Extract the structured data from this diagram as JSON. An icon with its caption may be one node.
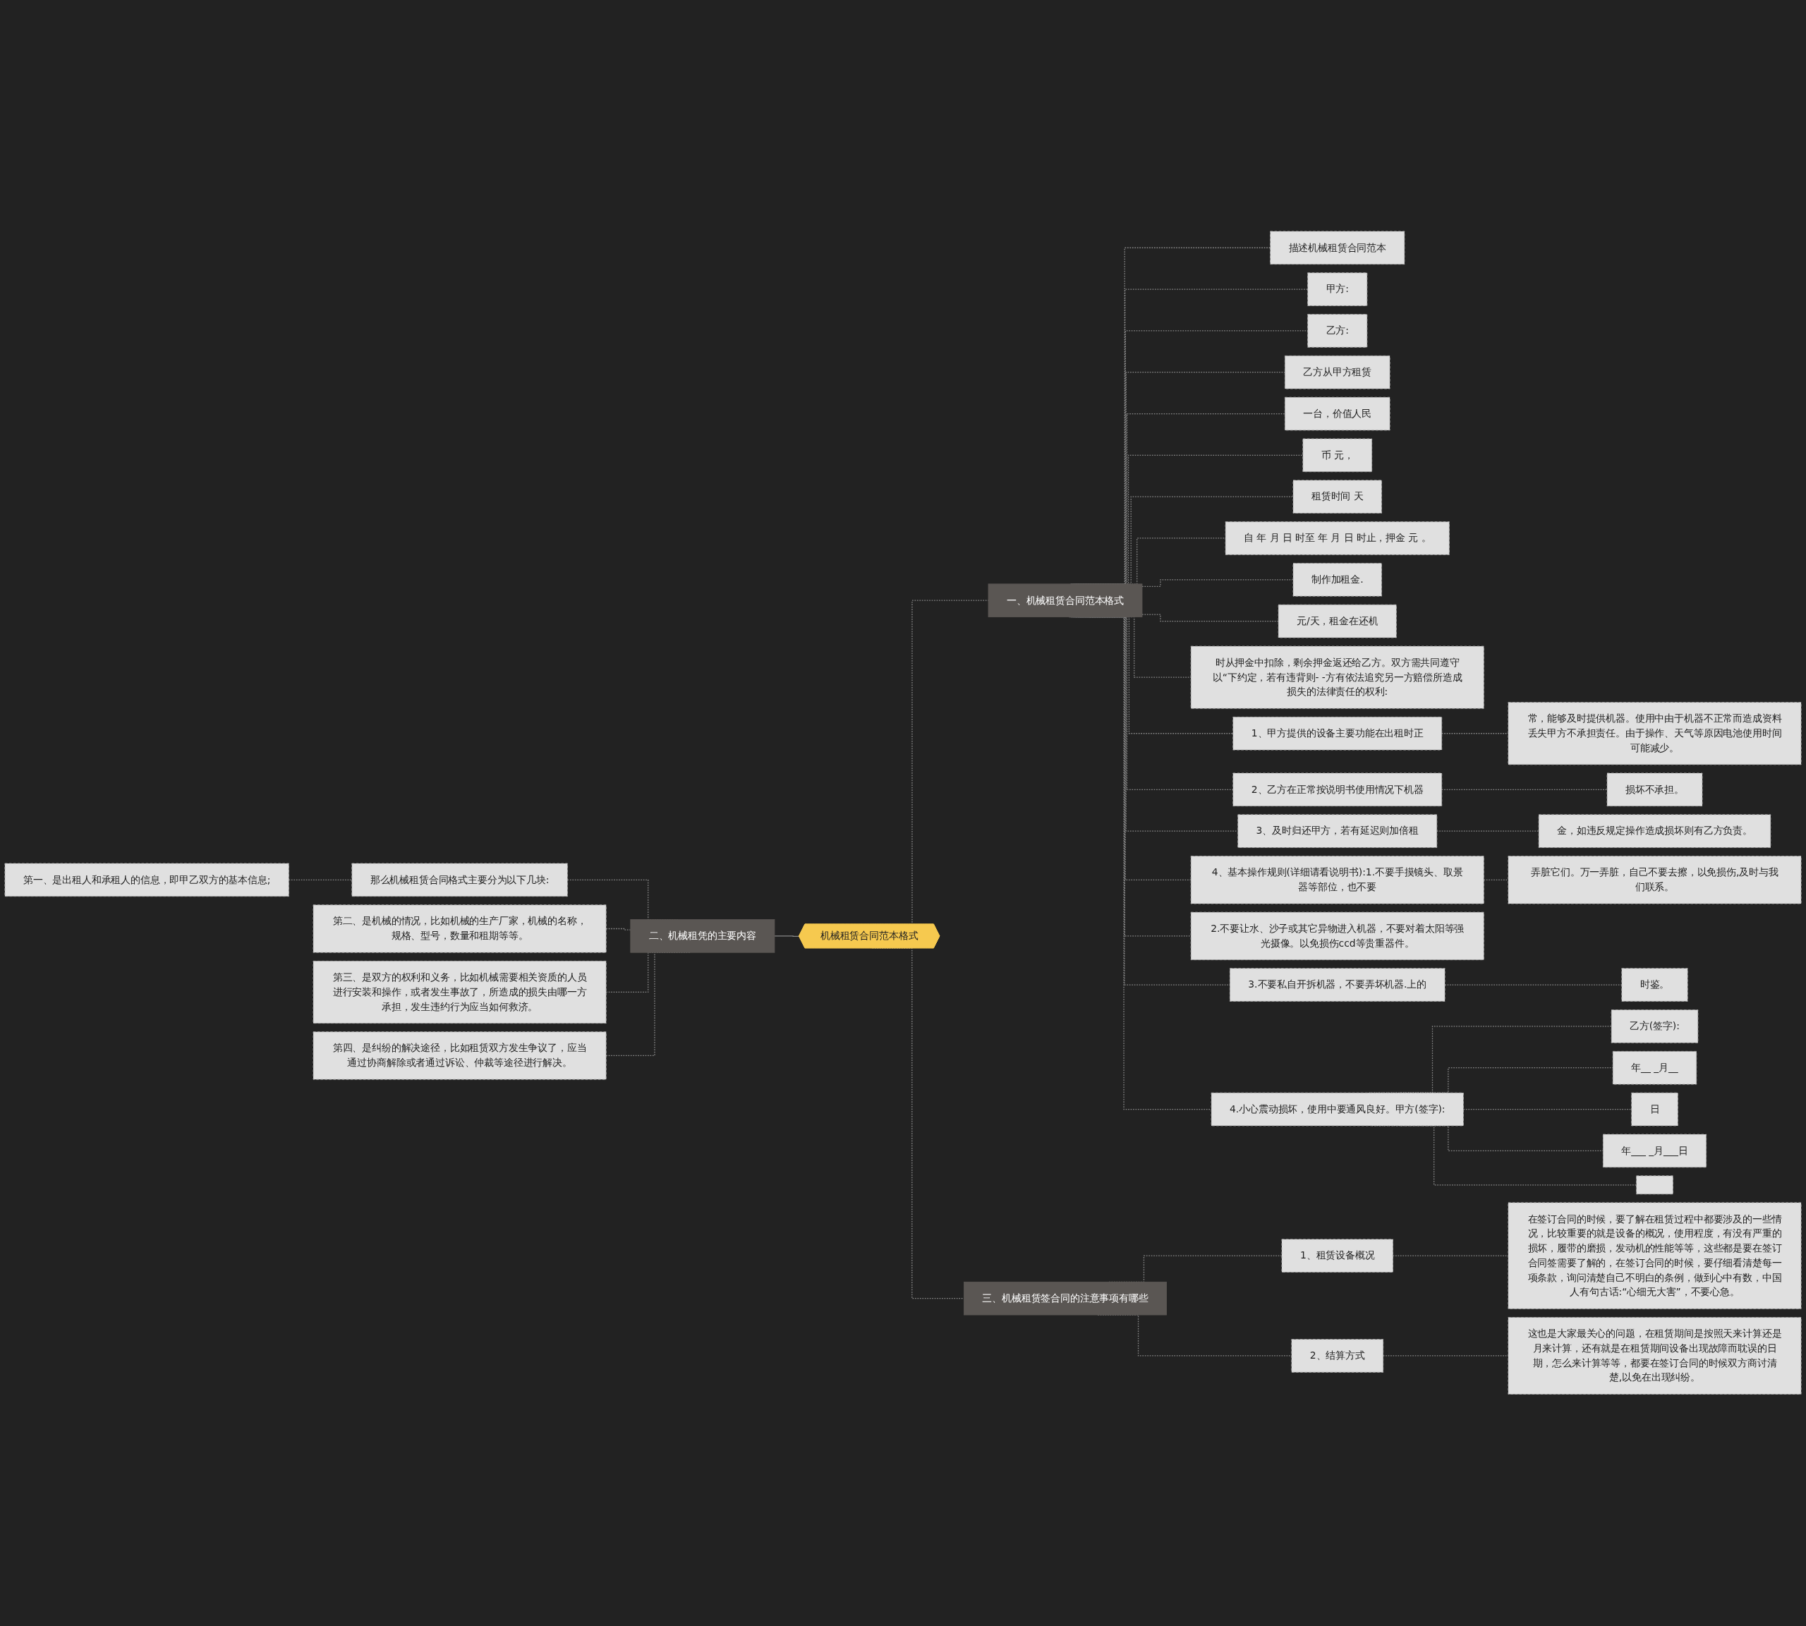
{
  "diagram": {
    "nodes": [
      {
        "text": [
          "机械租赁合同范本格式"
        ]
      },
      {
        "text": [
          "一、机械租赁合同范本格式"
        ]
      },
      {
        "text": [
          "描述机械租赁合同范本"
        ]
      },
      {
        "text": [
          "甲方:"
        ]
      },
      {
        "text": [
          "乙方:"
        ]
      },
      {
        "text": [
          "乙方从甲方租赁"
        ]
      },
      {
        "text": [
          "一台，价值人民"
        ]
      },
      {
        "text": [
          "币 元，"
        ]
      },
      {
        "text": [
          "租赁时间 天"
        ]
      },
      {
        "text": [
          "自 年 月 日 时至 年 月 日 时止，押金 元 。"
        ]
      },
      {
        "text": [
          "制作加租金."
        ]
      },
      {
        "text": [
          "元/天，租金在还机"
        ]
      },
      {
        "text": [
          "时从押金中扣除，剩余押金返还给乙方。双方需共同遵守以“下约定，若有违背则- -方有依法追究另一方赔偿所造成损失的法律责任的权利:"
        ]
      },
      {
        "text": [
          "1、甲方提供的设备主要功能在出租时正"
        ]
      },
      {
        "text": [
          "常，能够及时提供机器。使用中由于机器不正常而造成资料丢失甲方不承担责任。由于操作、天气等原因电池使用时间可能减少。"
        ]
      },
      {
        "text": [
          "2、乙方在正常按说明书使用情况下机器"
        ]
      },
      {
        "text": [
          "损坏不承担。"
        ]
      },
      {
        "text": [
          "3、及时归还甲方，若有延迟则加倍租"
        ]
      },
      {
        "text": [
          "金，如违反规定操作造成损坏则有乙方负责。"
        ]
      },
      {
        "text": [
          "4、基本操作规则(详细请看说明书):1.不要手摸镜头、取景器等部位，也不要"
        ]
      },
      {
        "text": [
          "弄脏它们。万一弄脏，自己不要去擦，以免损伤,及时与我们联系。"
        ]
      },
      {
        "text": [
          "2.不要让水、沙子或其它异物进入机器，不要对着太阳等强光摄像。以免损伤ccd等贵重器件。"
        ]
      },
      {
        "text": [
          "3.不要私自开拆机器，不要弄坏机器.上的"
        ]
      },
      {
        "text": [
          "时鉴。"
        ]
      },
      {
        "text": [
          "4.小心震动损坏，使用中要通风良好。甲方(签字):"
        ]
      },
      {
        "text": [
          "乙方(签字):"
        ]
      },
      {
        "text": [
          "年__ _月__"
        ]
      },
      {
        "text": [
          "日"
        ]
      },
      {
        "text": [
          "年___ _月___日"
        ]
      },
      {
        "text": [],
        "shape": "box"
      },
      {
        "text": [
          "三、机械租赁签合同的注意事项有哪些"
        ]
      },
      {
        "text": [
          "1、租赁设备概况"
        ]
      },
      {
        "text": [
          "在签订合同的时候，要了解在租赁过程中都要涉及的一些情况，比较重要的就是设备的概况，使用程度，有没有严重的损坏，履带的磨损，发动机的性能等等，这些都是要在签订合同签需要了解的，在签订合同的时候，要仔细看清楚每一项条款，询问清楚自己不明白的条例，做到心中有数，中国人有句古话:“心细无大害”，不要心急。"
        ]
      },
      {
        "text": [
          "2、结算方式"
        ]
      },
      {
        "text": [
          "这也是大家最关心的问题，在租赁期间是按照天来计算还是月来计算，还有就是在租赁期间设备出现故障而耽误的日期，怎么来计算等等，都要在签订合同的时候双方商讨清楚,以免在出现纠纷。"
        ]
      },
      {
        "text": [
          "二、机械租凭的主要内容"
        ]
      },
      {
        "text": [
          "那么机械租赁合同格式主要分为以下几块:"
        ]
      },
      {
        "text": [
          "第一、是出租人和承租人的信息，即甲乙双方的基本信息;"
        ]
      },
      {
        "text": [
          "第二、是机械的情况，比如机械的生产厂家，机械的名称，规格、型号，数量和租期等等。"
        ]
      },
      {
        "text": [
          "第三、是双方的权利和义务，比如机械需要相关资质的人员进行安装和操作，或者发生事故了，所造成的损失由哪一方承担，发生违约行为应当如何救济。"
        ]
      },
      {
        "text": [
          "第四、是纠纷的解决途径，比如租赁双方发生争议了，应当通过协商解除或者通过诉讼、仲裁等途径进行解决。"
        ]
      }
    ],
    "edges": [
      {
        "from": 0,
        "to": 1,
        "arrow": "none",
        "style": "dashed"
      },
      {
        "from": 1,
        "to": 2,
        "arrow": "none",
        "style": "dashed"
      },
      {
        "from": 1,
        "to": 3,
        "arrow": "none",
        "style": "dashed"
      },
      {
        "from": 1,
        "to": 4,
        "arrow": "none",
        "style": "dashed"
      },
      {
        "from": 1,
        "to": 5,
        "arrow": "none",
        "style": "dashed"
      },
      {
        "from": 1,
        "to": 6,
        "arrow": "none",
        "style": "dashed"
      },
      {
        "from": 1,
        "to": 7,
        "arrow": "none",
        "style": "dashed"
      },
      {
        "from": 1,
        "to": 8,
        "arrow": "none",
        "style": "dashed"
      },
      {
        "from": 1,
        "to": 9,
        "arrow": "none",
        "style": "dashed"
      },
      {
        "from": 1,
        "to": 10,
        "arrow": "none",
        "style": "dashed"
      },
      {
        "from": 1,
        "to": 11,
        "arrow": "none",
        "style": "dashed"
      },
      {
        "from": 1,
        "to": 12,
        "arrow": "none",
        "style": "dashed"
      },
      {
        "from": 1,
        "to": 13,
        "arrow": "none",
        "style": "dashed"
      },
      {
        "from": 13,
        "to": 14,
        "arrow": "none",
        "style": "dashed"
      },
      {
        "from": 1,
        "to": 15,
        "arrow": "none",
        "style": "dashed"
      },
      {
        "from": 15,
        "to": 16,
        "arrow": "none",
        "style": "dashed"
      },
      {
        "from": 1,
        "to": 17,
        "arrow": "none",
        "style": "dashed"
      },
      {
        "from": 17,
        "to": 18,
        "arrow": "none",
        "style": "dashed"
      },
      {
        "from": 1,
        "to": 19,
        "arrow": "none",
        "style": "dashed"
      },
      {
        "from": 19,
        "to": 20,
        "arrow": "none",
        "style": "dashed"
      },
      {
        "from": 1,
        "to": 21,
        "arrow": "none",
        "style": "dashed"
      },
      {
        "from": 1,
        "to": 22,
        "arrow": "none",
        "style": "dashed"
      },
      {
        "from": 22,
        "to": 23,
        "arrow": "none",
        "style": "dashed"
      },
      {
        "from": 1,
        "to": 24,
        "arrow": "none",
        "style": "dashed"
      },
      {
        "from": 24,
        "to": 25,
        "arrow": "none",
        "style": "dashed"
      },
      {
        "from": 24,
        "to": 26,
        "arrow": "none",
        "style": "dashed"
      },
      {
        "from": 24,
        "to": 27,
        "arrow": "none",
        "style": "dashed"
      },
      {
        "from": 24,
        "to": 28,
        "arrow": "none",
        "style": "dashed"
      },
      {
        "from": 24,
        "to": 29,
        "arrow": "none",
        "style": "dashed"
      },
      {
        "from": 0,
        "to": 30,
        "arrow": "none",
        "style": "dashed"
      },
      {
        "from": 30,
        "to": 31,
        "arrow": "none",
        "style": "dashed"
      },
      {
        "from": 31,
        "to": 32,
        "arrow": "none",
        "style": "dashed"
      },
      {
        "from": 30,
        "to": 33,
        "arrow": "none",
        "style": "dashed"
      },
      {
        "from": 33,
        "to": 34,
        "arrow": "none",
        "style": "dashed"
      },
      {
        "from": 0,
        "to": 35,
        "arrow": "none"
      },
      {
        "from": 35,
        "to": 36,
        "arrow": "none",
        "style": "dashed"
      },
      {
        "from": 36,
        "to": 37,
        "arrow": "none",
        "style": "dashed"
      },
      {
        "from": 35,
        "to": 38,
        "arrow": "none",
        "style": "dashed"
      },
      {
        "from": 35,
        "to": 39,
        "arrow": "none",
        "style": "dashed"
      },
      {
        "from": 35,
        "to": 40,
        "arrow": "none",
        "style": "dashed"
      }
    ]
  }
}
